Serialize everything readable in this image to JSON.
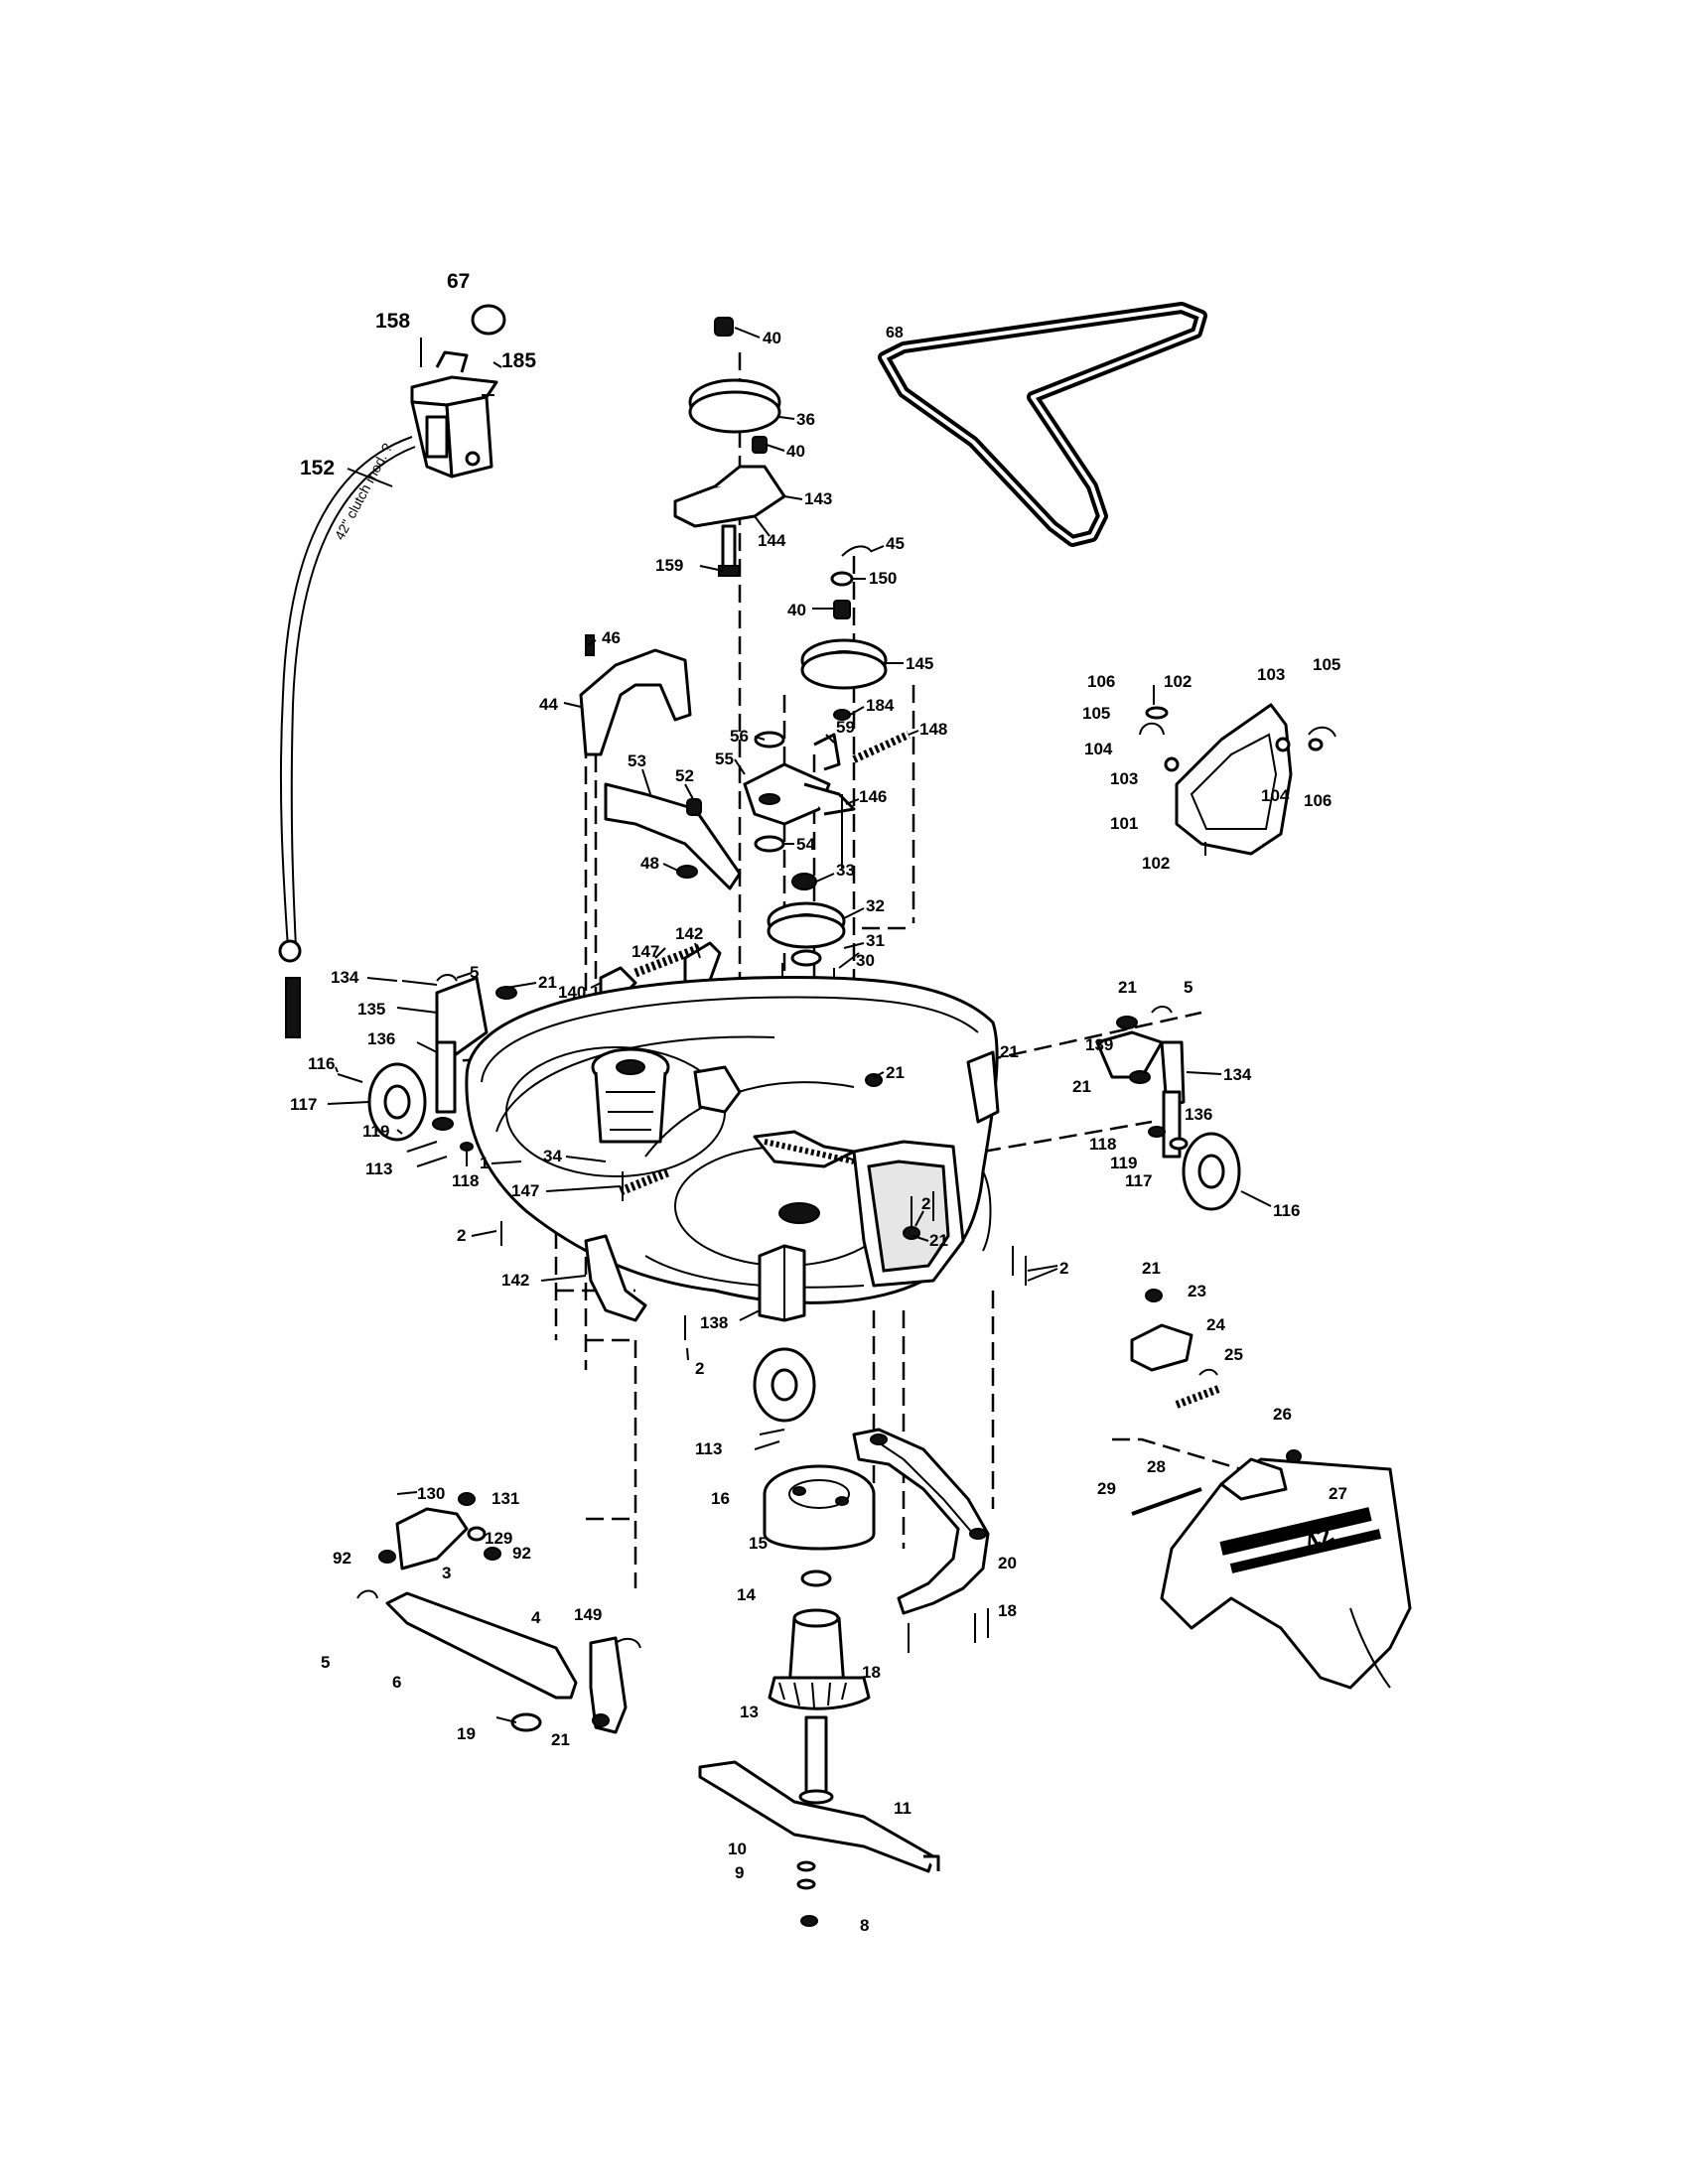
{
  "labels": [
    {
      "id": "67",
      "text": "67"
    },
    {
      "id": "158",
      "text": "158"
    },
    {
      "id": "185",
      "text": "185"
    },
    {
      "id": "152",
      "text": "152"
    },
    {
      "id": "40a",
      "text": "40"
    },
    {
      "id": "36",
      "text": "36"
    },
    {
      "id": "40b",
      "text": "40"
    },
    {
      "id": "143",
      "text": "143"
    },
    {
      "id": "144",
      "text": "144"
    },
    {
      "id": "159",
      "text": "159"
    },
    {
      "id": "45",
      "text": "45"
    },
    {
      "id": "150",
      "text": "150"
    },
    {
      "id": "40c",
      "text": "40"
    },
    {
      "id": "145",
      "text": "145"
    },
    {
      "id": "184",
      "text": "184"
    },
    {
      "id": "68",
      "text": "68"
    },
    {
      "id": "46",
      "text": "46"
    },
    {
      "id": "44",
      "text": "44"
    },
    {
      "id": "56",
      "text": "56"
    },
    {
      "id": "59",
      "text": "59"
    },
    {
      "id": "148",
      "text": "148"
    },
    {
      "id": "55",
      "text": "55"
    },
    {
      "id": "53",
      "text": "53"
    },
    {
      "id": "52",
      "text": "52"
    },
    {
      "id": "146",
      "text": "146"
    },
    {
      "id": "54",
      "text": "54"
    },
    {
      "id": "48",
      "text": "48"
    },
    {
      "id": "33",
      "text": "33"
    },
    {
      "id": "32",
      "text": "32"
    },
    {
      "id": "31",
      "text": "31"
    },
    {
      "id": "30",
      "text": "30"
    },
    {
      "id": "147a",
      "text": "147"
    },
    {
      "id": "142a",
      "text": "142"
    },
    {
      "id": "21a",
      "text": "21"
    },
    {
      "id": "5a",
      "text": "5"
    },
    {
      "id": "140",
      "text": "140"
    },
    {
      "id": "134a",
      "text": "134"
    },
    {
      "id": "135",
      "text": "135"
    },
    {
      "id": "21b",
      "text": "21"
    },
    {
      "id": "136a",
      "text": "136"
    },
    {
      "id": "116a",
      "text": "116"
    },
    {
      "id": "117a",
      "text": "117"
    },
    {
      "id": "119a",
      "text": "119"
    },
    {
      "id": "113a",
      "text": "113"
    },
    {
      "id": "118a",
      "text": "118"
    },
    {
      "id": "34",
      "text": "34"
    },
    {
      "id": "1",
      "text": "1"
    },
    {
      "id": "147b",
      "text": "147"
    },
    {
      "id": "2a",
      "text": "2"
    },
    {
      "id": "142b",
      "text": "142"
    },
    {
      "id": "21c",
      "text": "21"
    },
    {
      "id": "2b",
      "text": "2"
    },
    {
      "id": "2c",
      "text": "2"
    },
    {
      "id": "138",
      "text": "138"
    },
    {
      "id": "2d",
      "text": "2"
    },
    {
      "id": "106a",
      "text": "106"
    },
    {
      "id": "102a",
      "text": "102"
    },
    {
      "id": "103a",
      "text": "103"
    },
    {
      "id": "105a",
      "text": "105"
    },
    {
      "id": "105b",
      "text": "105"
    },
    {
      "id": "104a",
      "text": "104"
    },
    {
      "id": "103b",
      "text": "103"
    },
    {
      "id": "104b",
      "text": "104"
    },
    {
      "id": "106b",
      "text": "106"
    },
    {
      "id": "101",
      "text": "101"
    },
    {
      "id": "102b",
      "text": "102"
    },
    {
      "id": "21d",
      "text": "21"
    },
    {
      "id": "5b",
      "text": "5"
    },
    {
      "id": "139",
      "text": "139"
    },
    {
      "id": "134b",
      "text": "134"
    },
    {
      "id": "21e",
      "text": "21"
    },
    {
      "id": "21f",
      "text": "21"
    },
    {
      "id": "136b",
      "text": "136"
    },
    {
      "id": "118b",
      "text": "118"
    },
    {
      "id": "119b",
      "text": "119"
    },
    {
      "id": "117b",
      "text": "117"
    },
    {
      "id": "116b",
      "text": "116"
    },
    {
      "id": "21g",
      "text": "21"
    },
    {
      "id": "23",
      "text": "23"
    },
    {
      "id": "24",
      "text": "24"
    },
    {
      "id": "25",
      "text": "25"
    },
    {
      "id": "26",
      "text": "26"
    },
    {
      "id": "28",
      "text": "28"
    },
    {
      "id": "29",
      "text": "29"
    },
    {
      "id": "27",
      "text": "27"
    },
    {
      "id": "113b",
      "text": "113"
    },
    {
      "id": "16",
      "text": "16"
    },
    {
      "id": "15",
      "text": "15"
    },
    {
      "id": "14",
      "text": "14"
    },
    {
      "id": "20",
      "text": "20"
    },
    {
      "id": "18a",
      "text": "18"
    },
    {
      "id": "18b",
      "text": "18"
    },
    {
      "id": "13",
      "text": "13"
    },
    {
      "id": "11",
      "text": "11"
    },
    {
      "id": "10",
      "text": "10"
    },
    {
      "id": "9",
      "text": "9"
    },
    {
      "id": "8",
      "text": "8"
    },
    {
      "id": "130",
      "text": "130"
    },
    {
      "id": "131",
      "text": "131"
    },
    {
      "id": "129",
      "text": "129"
    },
    {
      "id": "92a",
      "text": "92"
    },
    {
      "id": "92b",
      "text": "92"
    },
    {
      "id": "3",
      "text": "3"
    },
    {
      "id": "4",
      "text": "4"
    },
    {
      "id": "149",
      "text": "149"
    },
    {
      "id": "5c",
      "text": "5"
    },
    {
      "id": "6",
      "text": "6"
    },
    {
      "id": "19",
      "text": "19"
    },
    {
      "id": "21h",
      "text": "21"
    }
  ],
  "cable_text": "42\" clutch mod. ?",
  "chute_text": "42"
}
